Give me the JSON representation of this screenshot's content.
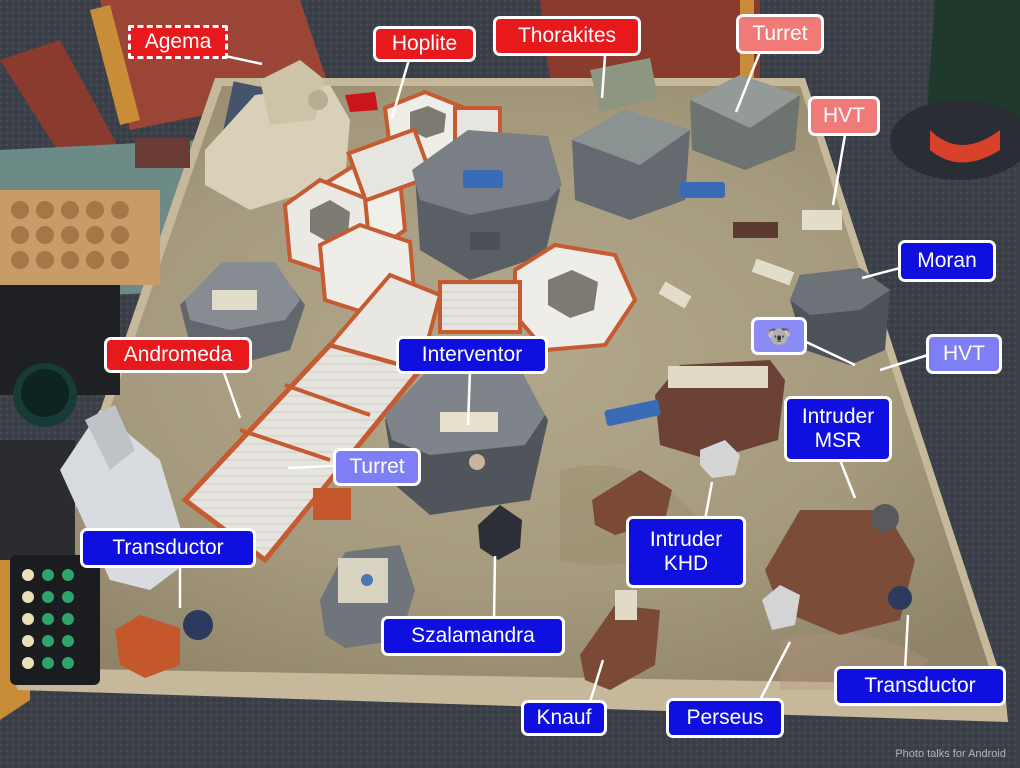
{
  "labels": {
    "agema": "Agema",
    "hoplite": "Hoplite",
    "thorakites": "Thorakites",
    "turret_top": "Turret",
    "hvt_top": "HVT",
    "moran": "Moran",
    "hvt_right": "HVT",
    "andromeda": "Andromeda",
    "interventor": "Interventor",
    "turret_mid": "Turret",
    "intruder_msr_line1": "Intruder",
    "intruder_msr_line2": "MSR",
    "intruder_khd_line1": "Intruder",
    "intruder_khd_line2": "KHD",
    "transductor_left": "Transductor",
    "szalamandra": "Szalamandra",
    "transductor_right": "Transductor",
    "knauf": "Knauf",
    "perseus": "Perseus"
  },
  "watermark": "Photo talks for Android",
  "colors": {
    "enemy_label": "#e8191c",
    "enemy_objective_label": "#f07a78",
    "friendly_label": "#0f10e0",
    "friendly_objective_label": "#7f7ff5",
    "mat": "#a89c80",
    "carpet": "#3b3f46"
  },
  "icons": {
    "koala_marker": "koala-icon"
  }
}
